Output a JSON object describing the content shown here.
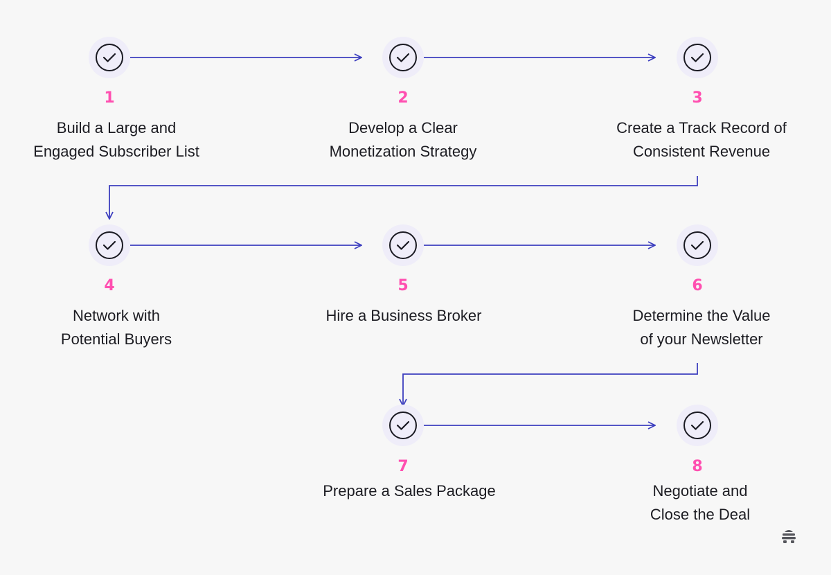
{
  "steps": [
    {
      "number": "1",
      "title_line1": "Build a Large and",
      "title_line2": "Engaged Subscriber List"
    },
    {
      "number": "2",
      "title_line1": "Develop a Clear",
      "title_line2": "Monetization Strategy"
    },
    {
      "number": "3",
      "title_line1": "Create a Track Record of",
      "title_line2": "Consistent Revenue"
    },
    {
      "number": "4",
      "title_line1": "Network with",
      "title_line2": "Potential Buyers"
    },
    {
      "number": "5",
      "title_line1": "Hire a Business Broker",
      "title_line2": ""
    },
    {
      "number": "6",
      "title_line1": "Determine the Value",
      "title_line2": "of your Newsletter"
    },
    {
      "number": "7",
      "title_line1": "Prepare a Sales Package",
      "title_line2": ""
    },
    {
      "number": "8",
      "title_line1": "Negotiate and",
      "title_line2": "Close the Deal"
    }
  ],
  "colors": {
    "connector": "#3d3fbf",
    "number": "#ff4fb0",
    "circle_bg": "#efedf9",
    "check": "#1a1a22",
    "text": "#1c1c22"
  },
  "icons": {
    "step_marker": "check-circle-icon",
    "logo": "beehiiv-logo-icon"
  }
}
